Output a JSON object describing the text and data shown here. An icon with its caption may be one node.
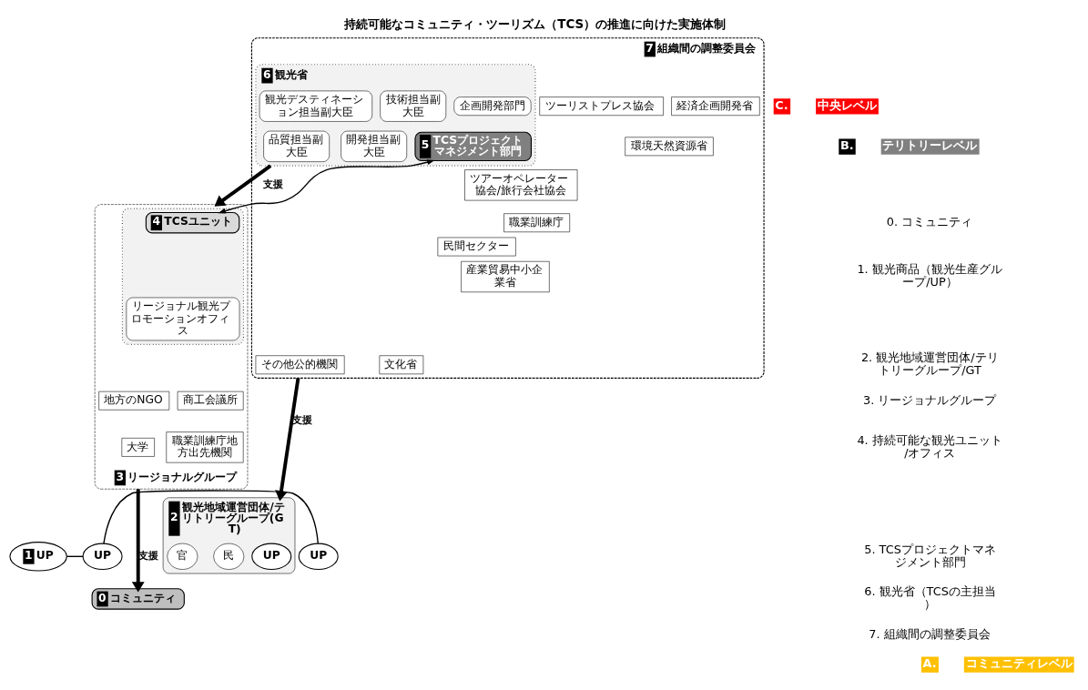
{
  "diagram": {
    "title": "持続可能なコミュニティ・ツーリズム（TCS）の推進に向けた実施体制",
    "nodes": [
      {
        "text": [
          "7",
          "組織間の調整委員会"
        ]
      },
      {
        "text": [
          "6",
          "観光省"
        ],
        "in": 0
      },
      {
        "text": [
          "企画開発部門"
        ],
        "in": 1
      },
      {
        "text": [
          "技術担当副大臣"
        ],
        "in": 1
      },
      {
        "text": [
          "観光デスティネーション担当副大臣"
        ],
        "in": 1
      },
      {
        "text": [
          "5",
          "TCSプロジェクトマネジメント部門"
        ],
        "in": 1
      },
      {
        "text": [
          "開発担当副大臣"
        ],
        "in": 1
      },
      {
        "text": [
          "品質担当副大臣"
        ],
        "in": 1
      },
      {
        "text": [
          "経済企画開発省"
        ],
        "in": 0
      },
      {
        "text": [
          "環境天然資源省"
        ],
        "in": 0
      },
      {
        "text": [
          "職業訓練庁"
        ],
        "in": 0
      },
      {
        "text": [
          "産業貿易中小企業省"
        ],
        "in": 0
      },
      {
        "text": [
          "文化省"
        ],
        "in": 0
      },
      {
        "text": [
          "ツーリストプレス協会"
        ],
        "in": 0
      },
      {
        "text": [
          "ツアーオペレーター協会/旅行会社協会"
        ],
        "in": 0
      },
      {
        "text": [
          "民間セクター"
        ],
        "in": 0
      },
      {
        "text": [
          "その他公的機関"
        ],
        "in": 0
      },
      {
        "text": [
          "3",
          "リージョナルグループ"
        ]
      },
      {
        "text": [],
        "shape": "box",
        "in": 17
      },
      {
        "text": [
          "4",
          "TCSユニット"
        ],
        "in": 18
      },
      {
        "text": [
          "リージョナル観光プロモーションオフィス"
        ],
        "in": 18
      },
      {
        "text": [
          "商工会議所"
        ],
        "in": 17
      },
      {
        "text": [
          "地方のNGO"
        ],
        "in": 17
      },
      {
        "text": [
          "職業訓練庁地方出先機関"
        ],
        "in": 17
      },
      {
        "text": [
          "大学"
        ],
        "in": 17
      },
      {
        "text": [
          "0",
          "コミュニティ"
        ]
      },
      {
        "text": [
          "2",
          "観光地域運営団体/テリトリーグループ(GT)"
        ]
      },
      {
        "text": [
          "UP"
        ],
        "in": 26
      },
      {
        "text": [
          "官"
        ],
        "in": 26
      },
      {
        "text": [
          "民"
        ],
        "in": 26
      },
      {
        "text": [
          "1",
          "UP"
        ]
      },
      {
        "text": [
          "UP"
        ]
      },
      {
        "text": [
          "UP"
        ]
      }
    ],
    "edges": [
      {
        "from": 5,
        "to": 19,
        "arrow": "both"
      },
      {
        "from": 1,
        "to": 17,
        "arrow": "to",
        "label": "支援",
        "style": "thick"
      },
      {
        "from": 0,
        "to": 26,
        "arrow": "to",
        "label": "支援",
        "style": "thick"
      },
      {
        "from": 17,
        "to": 25,
        "arrow": "to",
        "label": "支援",
        "style": "thick"
      },
      {
        "from": 30,
        "to": 31,
        "arrow": "none"
      },
      {
        "from": 31,
        "to": 32,
        "arrow": "none"
      }
    ],
    "labels": [
      "C.",
      "中央レベル",
      "B.",
      "テリトリーレベル",
      "A.",
      "コミュニティレベル",
      "0. コミュニティ",
      "1. 観光商品（観光生産グループ/UP）",
      "2. 観光地域運営団体/テリトリーグループ/GT",
      "3. リージョナルグループ",
      "4. 持続可能な観光ユニット/オフィス",
      "5. TCSプロジェクトマネジメント部門",
      "6. 観光省（TCSの主担当）",
      "7. 組織間の調整委員会"
    ]
  }
}
